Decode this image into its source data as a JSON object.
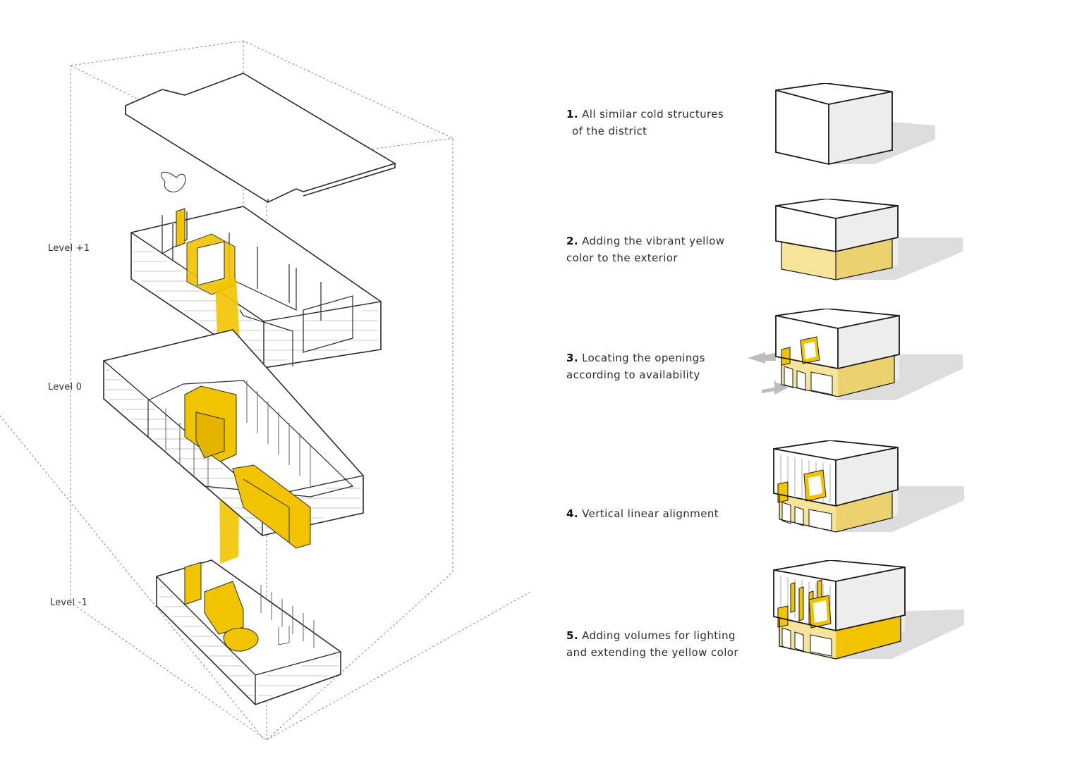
{
  "levels": {
    "upper": "Level +1",
    "ground": "Level 0",
    "lower": "Level -1"
  },
  "steps": [
    {
      "num": "1.",
      "line1": "All similar cold structures",
      "line2": "of the district"
    },
    {
      "num": "2.",
      "line1": "Adding the vibrant yellow",
      "line2": "color to the exterior"
    },
    {
      "num": "3.",
      "line1": "Locating the openings",
      "line2": "according to availability"
    },
    {
      "num": "4.",
      "line1": "Vertical linear alignment",
      "line2": ""
    },
    {
      "num": "5.",
      "line1": "Adding volumes for lighting",
      "line2": "and extending the yellow color"
    }
  ],
  "colors": {
    "accent_yellow": "#f2c400",
    "pale_yellow": "#f5e49a",
    "line": "#2a2a2a",
    "shadow": "#cfcfcf"
  }
}
